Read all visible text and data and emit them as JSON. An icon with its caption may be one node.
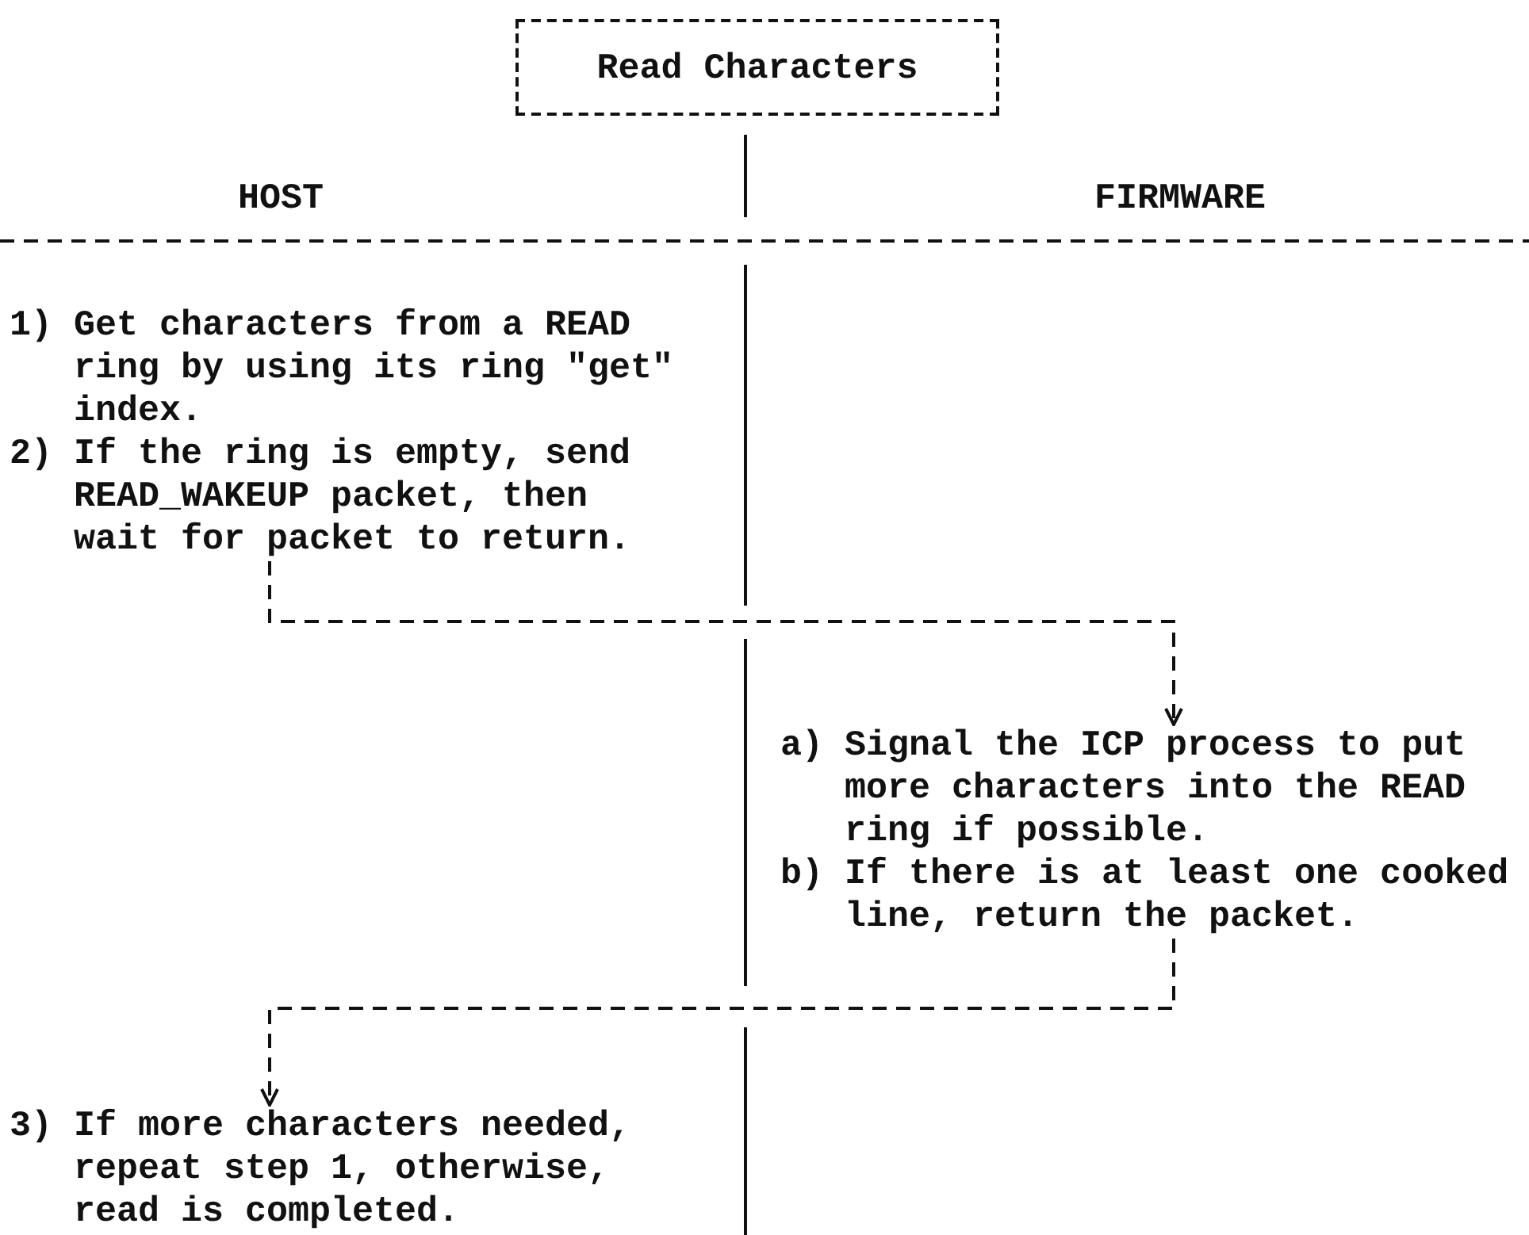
{
  "diagram": {
    "nodes": [
      {
        "text": [
          "Read Characters"
        ]
      },
      {
        "text": [
          "1) Get characters from a READ ring by using its ring \"get\" index.",
          "2) If the ring is empty, send READ_WAKEUP packet, then wait for packet to return."
        ]
      },
      {
        "text": [
          "a) Signal the ICP process to put more characters into the READ ring if possible.",
          "b) If there is at least one cooked line, return the packet."
        ]
      },
      {
        "text": [
          "3) If more characters needed, repeat step 1, otherwise, read is completed."
        ]
      }
    ],
    "edges": [
      {
        "from": 1,
        "to": 2,
        "arrow": "to"
      },
      {
        "from": 2,
        "to": 3,
        "arrow": "to"
      }
    ],
    "labels": [
      "HOST",
      "FIRMWARE"
    ]
  }
}
